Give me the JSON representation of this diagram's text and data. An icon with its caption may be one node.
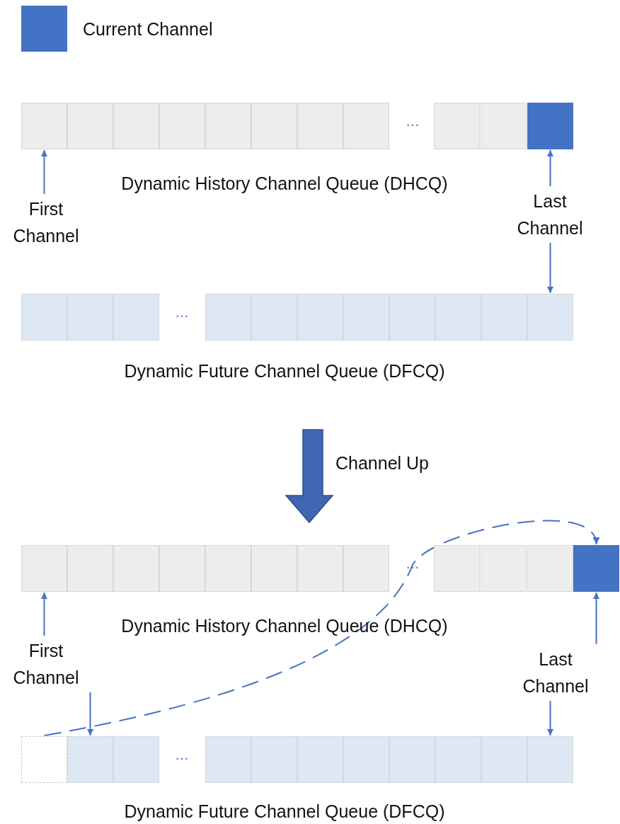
{
  "diagram": {
    "nodes": [
      {
        "text": [],
        "shape": "box"
      },
      {
        "text": [],
        "shape": "box"
      },
      {
        "text": [],
        "shape": "box"
      },
      {
        "text": [],
        "shape": "box"
      },
      {
        "text": [],
        "shape": "box"
      },
      {
        "text": [],
        "shape": "box"
      },
      {
        "text": [],
        "shape": "box"
      },
      {
        "text": [],
        "shape": "box"
      },
      {
        "text": [],
        "shape": "box"
      },
      {
        "text": [],
        "shape": "box"
      },
      {
        "text": [],
        "shape": "box"
      },
      {
        "text": [
          "First Channel"
        ]
      },
      {
        "text": [
          "Last Channel"
        ]
      },
      {
        "text": [],
        "shape": "box"
      },
      {
        "text": [],
        "shape": "box"
      },
      {
        "text": [],
        "shape": "box"
      },
      {
        "text": [],
        "shape": "box"
      },
      {
        "text": [],
        "shape": "box"
      },
      {
        "text": [],
        "shape": "box"
      },
      {
        "text": [],
        "shape": "box"
      },
      {
        "text": [],
        "shape": "box"
      },
      {
        "text": [],
        "shape": "box"
      },
      {
        "text": [],
        "shape": "box"
      },
      {
        "text": [],
        "shape": "box"
      },
      {
        "text": [],
        "shape": "box"
      },
      {
        "text": [],
        "shape": "box"
      },
      {
        "text": [],
        "shape": "box"
      },
      {
        "text": [],
        "shape": "box"
      },
      {
        "text": [],
        "shape": "box"
      },
      {
        "text": [],
        "shape": "box"
      },
      {
        "text": [],
        "shape": "box"
      },
      {
        "text": [],
        "shape": "box"
      },
      {
        "text": [],
        "shape": "box"
      },
      {
        "text": [],
        "shape": "box"
      },
      {
        "text": [],
        "shape": "box"
      },
      {
        "text": [],
        "shape": "box"
      },
      {
        "text": [
          "First Channel"
        ]
      },
      {
        "text": [
          "Last Channel"
        ]
      },
      {
        "text": [],
        "shape": "box"
      },
      {
        "text": [],
        "shape": "box"
      },
      {
        "text": [],
        "shape": "box"
      },
      {
        "text": [],
        "shape": "box"
      },
      {
        "text": [],
        "shape": "box"
      },
      {
        "text": [],
        "shape": "box"
      },
      {
        "text": [],
        "shape": "box"
      },
      {
        "text": [],
        "shape": "box"
      },
      {
        "text": [],
        "shape": "box"
      },
      {
        "text": [],
        "shape": "box"
      },
      {
        "text": [],
        "shape": "box"
      }
    ],
    "edges": [
      {
        "from": 11,
        "to": 0,
        "arrow": "to"
      },
      {
        "from": 12,
        "to": 10,
        "arrow": "to"
      },
      {
        "from": 12,
        "to": 23,
        "arrow": "to"
      },
      {
        "from": 36,
        "to": 24,
        "arrow": "to"
      },
      {
        "from": 36,
        "to": 39,
        "arrow": "to"
      },
      {
        "from": 37,
        "to": 35,
        "arrow": "to"
      },
      {
        "from": 37,
        "to": 48,
        "arrow": "to"
      },
      {
        "from": 38,
        "to": 35,
        "arrow": "to",
        "style": "dashed"
      }
    ],
    "labels": [
      "…",
      "Dynamic History Channel Queue (DHCQ)",
      "…",
      "Dynamic Future Channel Queue (DFCQ)",
      "Channel Up",
      "…",
      "Dynamic History Channel Queue (DHCQ)",
      "…",
      "Dynamic Future Channel Queue (DFCQ)"
    ],
    "legend": [
      {
        "text": "Current Channel",
        "color": "#4472c4"
      }
    ]
  }
}
